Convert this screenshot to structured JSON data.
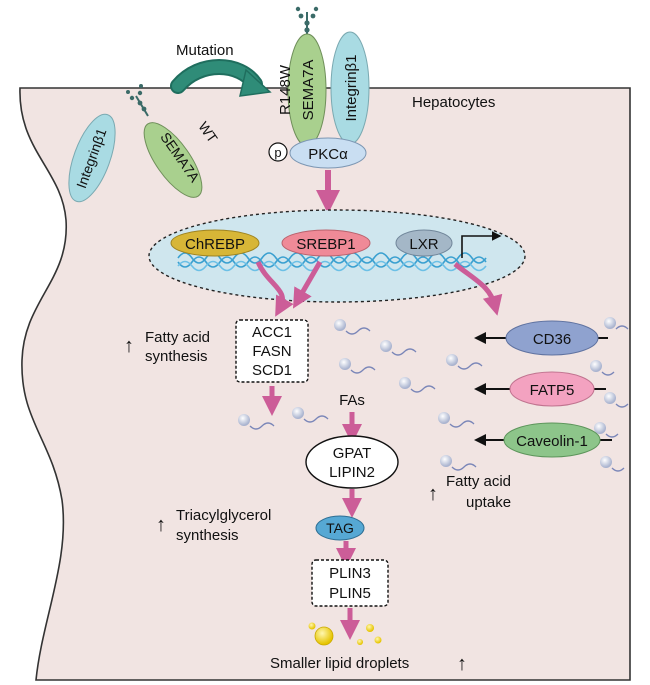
{
  "labels": {
    "mutation": "Mutation",
    "hepatocytes": "Hepatocytes",
    "r148w": "R148W",
    "sema7a": "SEMA7A",
    "integrin_b1": "Integrinβ1",
    "wt": "WT",
    "phospho": "p",
    "pkca": "PKCα",
    "chrebp": "ChREBP",
    "srebp1": "SREBP1",
    "lxr": "LXR",
    "acc1": "ACC1",
    "fasn": "FASN",
    "scd1": "SCD1",
    "fatty_acid_synthesis_1": "Fatty acid",
    "fatty_acid_synthesis_2": "synthesis",
    "fas": "FAs",
    "gpat": "GPAT",
    "lipin2": "LIPIN2",
    "tag": "TAG",
    "tg_synthesis_1": "Triacylglycerol",
    "tg_synthesis_2": "synthesis",
    "plin3": "PLIN3",
    "plin5": "PLIN5",
    "smaller_lipid_droplets": "Smaller lipid droplets",
    "cd36": "CD36",
    "fatp5": "FATP5",
    "caveolin1": "Caveolin-1",
    "fatty_acid_uptake_1": "Fatty acid",
    "fatty_acid_uptake_2": "uptake",
    "up_arrow": "↑"
  },
  "colors": {
    "cell": "#f1e4e2",
    "nucleus": "#cfe6ee",
    "sema7a": "#a9d08e",
    "integrin": "#a9dbe3",
    "pkca": "#c9def2",
    "chrebp": "#d7b637",
    "srebp1": "#ef8a97",
    "lxr": "#a4b7c7",
    "cd36": "#8fa2cf",
    "fatp5": "#f3a2c0",
    "caveolin": "#8dc58a",
    "tag": "#56a8d4",
    "pink_arrow": "#cc5d98",
    "teal_arrow": "#2f8c78",
    "droplet": "#f4d21a"
  }
}
